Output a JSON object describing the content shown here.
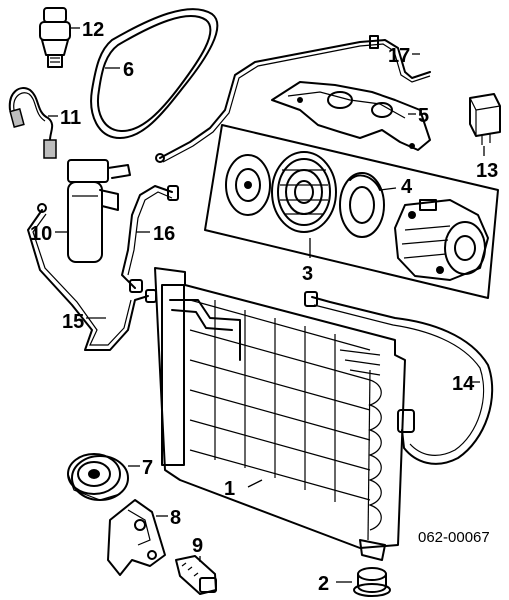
{
  "diagram": {
    "drawing_code": "062-00067",
    "callouts": [
      "1",
      "2",
      "3",
      "4",
      "5",
      "6",
      "7",
      "8",
      "9",
      "10",
      "11",
      "12",
      "13",
      "14",
      "15",
      "16",
      "17"
    ]
  },
  "parts": [
    {
      "number": "1",
      "icon": "condenser"
    },
    {
      "number": "2",
      "icon": "rubber-mount"
    },
    {
      "number": "3",
      "icon": "compressor-assembly-frame"
    },
    {
      "number": "4",
      "icon": "compressor-clutch"
    },
    {
      "number": "5",
      "icon": "compressor-bracket"
    },
    {
      "number": "6",
      "icon": "drive-belt"
    },
    {
      "number": "7",
      "icon": "idler-pulley"
    },
    {
      "number": "8",
      "icon": "pulley-bracket"
    },
    {
      "number": "9",
      "icon": "bolt"
    },
    {
      "number": "10",
      "icon": "receiver-drier"
    },
    {
      "number": "11",
      "icon": "sensor-harness"
    },
    {
      "number": "12",
      "icon": "pressure-switch"
    },
    {
      "number": "13",
      "icon": "relay"
    },
    {
      "number": "14",
      "icon": "discharge-hose"
    },
    {
      "number": "15",
      "icon": "liquid-line"
    },
    {
      "number": "16",
      "icon": "suction-line"
    },
    {
      "number": "17",
      "icon": "refrigerant-pipe"
    }
  ]
}
